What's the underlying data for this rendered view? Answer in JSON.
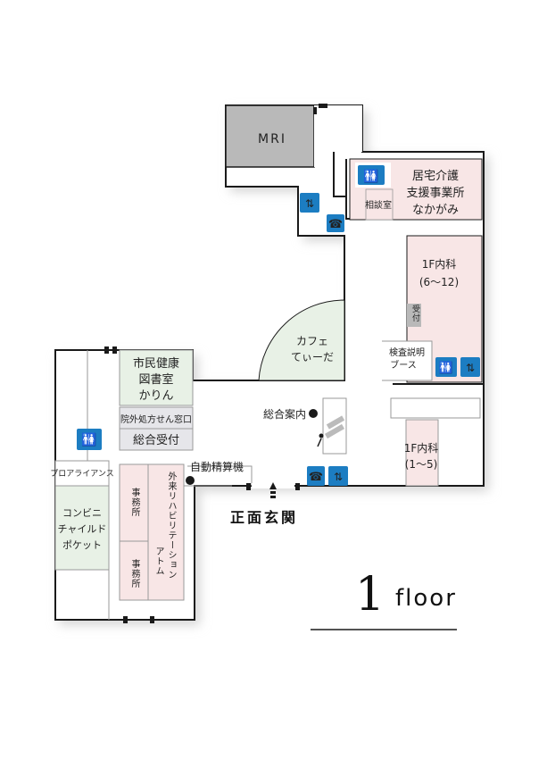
{
  "colors": {
    "wall": "#1a1a1a",
    "corridor": "#ffffff",
    "shadow": "#dcdcdc",
    "room_pink": "#f8e6e6",
    "room_green": "#e8f1e6",
    "room_gray": "#b9b9b9",
    "icon_blue": "#1c7dc2",
    "grey_box": "#e6e6ea"
  },
  "rooms": {
    "mri": "MRI",
    "kyotaku_1": "居宅介護",
    "kyotaku_2": "支援事業所",
    "kyotaku_3": "なかがみ",
    "soudanshitsu": "相談室",
    "naika_6_12_a": "1F内科",
    "naika_6_12_b": "(6〜12)",
    "uketsuke": "受付",
    "cafe_1": "カフェ",
    "cafe_2": "てぃーだ",
    "kensa_1": "検査説明",
    "kensa_2": "ブース",
    "library_1": "市民健康",
    "library_2": "図書室",
    "library_3": "かりん",
    "prescription": "院外処方せん窓口",
    "reception": "総合受付",
    "info": "総合案内",
    "naika_1_5_a": "1F内科",
    "naika_1_5_b": "(1〜5)",
    "auto_pay": "自動精算機",
    "proaraiance": "プロアライアンス",
    "conveni_1": "コンビニ",
    "conveni_2": "チャイルド",
    "conveni_3": "ポケット",
    "jimusho_1": "事務所",
    "jimusho_2": "事務所",
    "rehab_1": "外来リハビリテーション",
    "rehab_2": "アトム"
  },
  "entrance": "正面玄関",
  "floor_title": {
    "number": "1",
    "word": "floor"
  },
  "icons": [
    "restroom-icon",
    "elevator-icon",
    "telephone-icon",
    "escalator-icon"
  ]
}
